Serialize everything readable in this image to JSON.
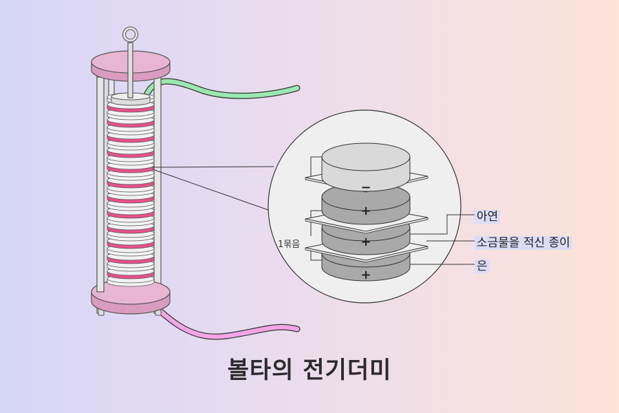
{
  "title": "볼타의 전기더미",
  "labels": {
    "zinc": "아연",
    "salt_paper": "소금물을 적신 종이",
    "silver": "은",
    "bundle": "1묶음"
  },
  "signs": {
    "minus": "−",
    "plus": "+"
  },
  "colors": {
    "zinc_disc": "#d9d9d9",
    "silver_disc": "#a9a9a9",
    "paper": "#efefef",
    "pink_layer": "#e8508a",
    "base": "#e8b6d2",
    "wire_top": "#9be8b0",
    "wire_bottom": "#f2a6e6"
  }
}
